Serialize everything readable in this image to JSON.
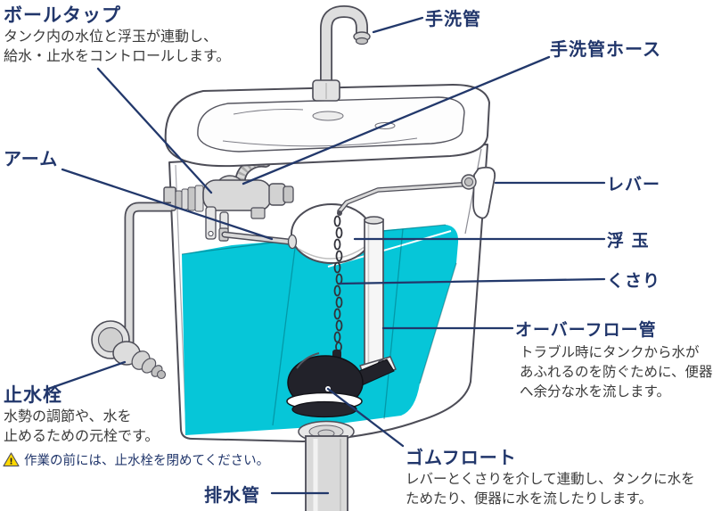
{
  "colors": {
    "accent_navy": "#21366b",
    "leader_line": "#22386b",
    "water": "#06c6d8",
    "body_text": "#3a3a3a",
    "warning_yellow": "#ffd900"
  },
  "diagram": {
    "ball_tap": {
      "title": "ボールタップ",
      "desc": [
        "タンク内の水位と浮玉が連動し、",
        "給水・止水をコントロールします。"
      ]
    },
    "hand_wash_pipe": {
      "title": "手洗管"
    },
    "hand_wash_hose": {
      "title": "手洗管ホース"
    },
    "arm": {
      "title": "アーム"
    },
    "lever": {
      "title": "レバー"
    },
    "float_ball": {
      "title": "浮 玉"
    },
    "chain": {
      "title": "くさり"
    },
    "overflow_pipe": {
      "title": "オーバーフロー管",
      "desc": [
        "トラブル時にタンクから水が",
        "あふれるのを防ぐために、便器",
        "へ余分な水を流します。"
      ]
    },
    "stop_valve": {
      "title": "止水栓",
      "desc": [
        "水勢の調節や、水を",
        "止めるための元栓です。"
      ],
      "warning": "作業の前には、止水栓を閉めてください。",
      "warning_mark": "!"
    },
    "rubber_float": {
      "title": "ゴムフロート",
      "desc": [
        "レバーとくさりを介して連動し、タンクに水を",
        "ためたり、便器に水を流したりします。"
      ]
    },
    "drain_pipe": {
      "title": "排水管"
    }
  }
}
